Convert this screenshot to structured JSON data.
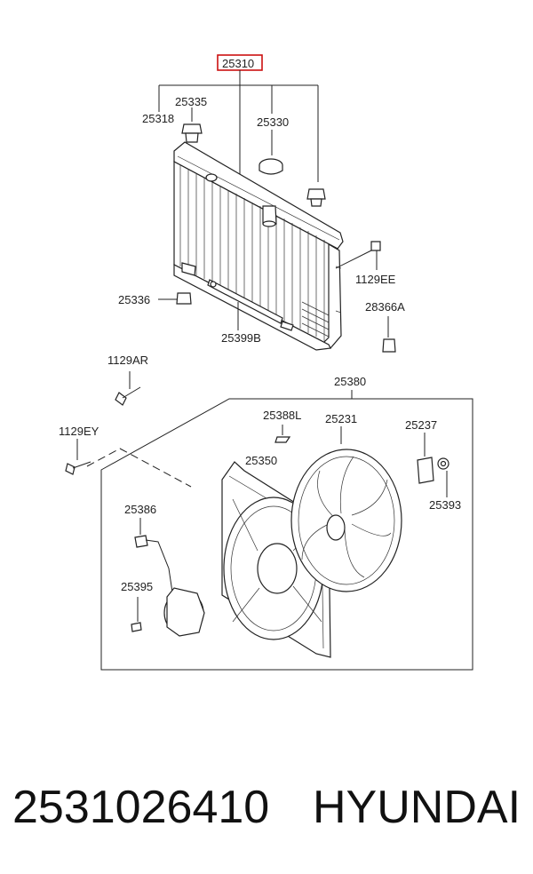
{
  "callouts": {
    "c25310": "25310",
    "c25335": "25335",
    "c25318": "25318",
    "c25330": "25330",
    "c1129EE": "1129EE",
    "c25336": "25336",
    "c28366A": "28366A",
    "c25399B": "25399B",
    "c1129AR": "1129AR",
    "c25380": "25380",
    "c25388L": "25388L",
    "c25231": "25231",
    "c25237": "25237",
    "c1129EY": "1129EY",
    "c25350": "25350",
    "c25393": "25393",
    "c25386": "25386",
    "c25395": "25395"
  },
  "highlight_color": "#cc1111",
  "footer": {
    "part_number": "2531026410",
    "brand": "HYUNDAI"
  }
}
